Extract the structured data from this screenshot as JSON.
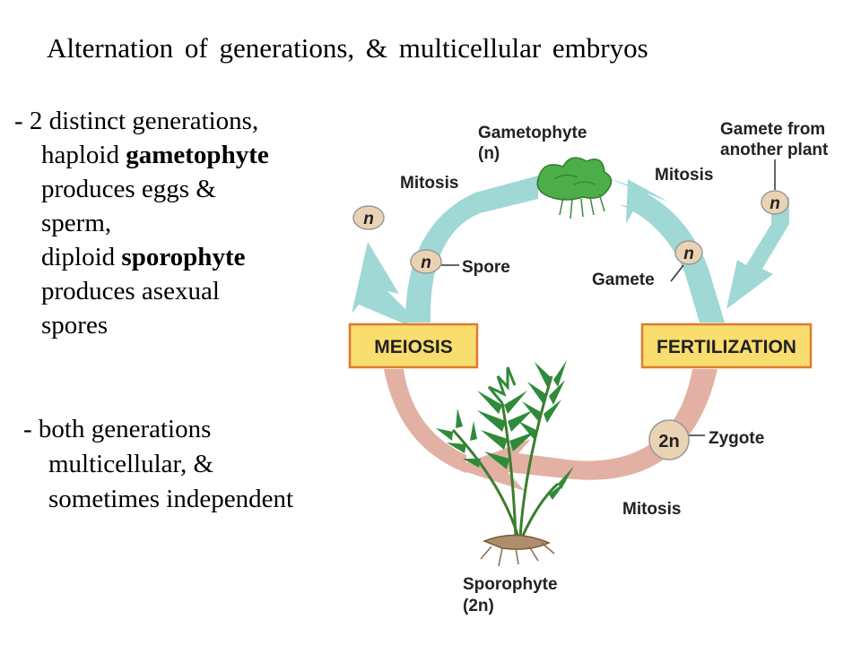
{
  "slide": {
    "title": "Alternation of generations, & multicellular embryos",
    "bullet1": {
      "l1": "- 2 distinct generations,",
      "l2_pre": "haploid ",
      "l2_bold": "gametophyte",
      "l3": "produces eggs &",
      "l4": "sperm,",
      "l5_pre": "diploid ",
      "l5_bold": "sporophyte",
      "l6": "produces asexual",
      "l7": "spores"
    },
    "bullet2": {
      "l1": "- both generations",
      "l2": "multicellular, &",
      "l3": "sometimes independent"
    }
  },
  "diagram": {
    "gametophyte_label": "Gametophyte",
    "gametophyte_ploidy": "(n)",
    "gamete_other_l1": "Gamete from",
    "gamete_other_l2": "another plant",
    "mitosis_left": "Mitosis",
    "mitosis_right": "Mitosis",
    "mitosis_bottom": "Mitosis",
    "spore_label": "Spore",
    "gamete_label": "Gamete",
    "meiosis_label": "MEIOSIS",
    "fertilization_label": "FERTILIZATION",
    "zygote_label": "Zygote",
    "sporophyte_label": "Sporophyte",
    "sporophyte_ploidy": "(2n)",
    "haploid_n": "n",
    "diploid_2n": "2n",
    "colors": {
      "haploid_arrow": "#9fd8d4",
      "diploid_arrow": "#e3b1a4",
      "stage_box_fill": "#f9dd6e",
      "stage_box_border": "#e07a2e",
      "cell_fill": "#ead3b4",
      "fern_green": "#2f8a3a"
    },
    "icons": [
      "gametophyte-thallus-icon",
      "fern-sporophyte-icon"
    ]
  }
}
